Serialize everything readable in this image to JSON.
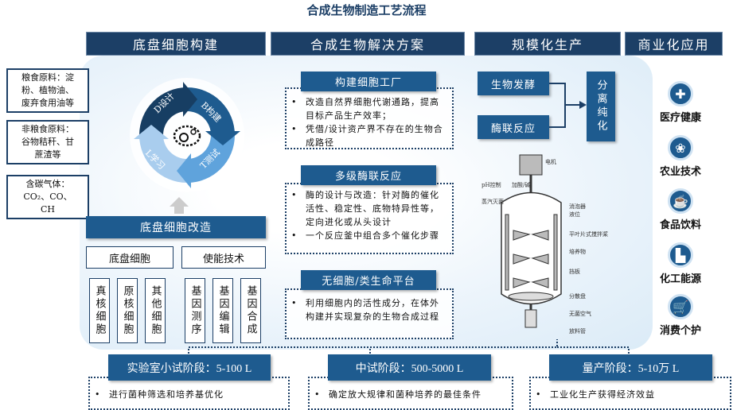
{
  "title": "合成生物制造工艺流程",
  "headers": [
    "底盘细胞构建",
    "合成生物解决方案",
    "规模化生产",
    "商业化应用"
  ],
  "sources": [
    {
      "line1": "粮食原料：淀",
      "line2": "粉、植物油、",
      "line3": "废弃食用油等"
    },
    {
      "line1": "非粮食原料：",
      "line2": "谷物秸秆、甘",
      "line3": "蔗渣等"
    },
    {
      "line1": "含碳气体：",
      "line2": "CO₂、CO、",
      "line3": "CH"
    }
  ],
  "cycle": {
    "d": "D设计",
    "b": "B构建",
    "t": "T测试",
    "l": "L学习"
  },
  "chassis": {
    "title": "底盘细胞改造",
    "group1": "底盘细胞",
    "group2": "使能技术",
    "cells": [
      "真核细胞",
      "原核细胞",
      "其他细胞"
    ],
    "tech": [
      "基因测序",
      "基因编辑",
      "基因合成"
    ]
  },
  "solutions": [
    {
      "title": "构建细胞工厂",
      "items": [
        "改造自然界细胞代谢通路，提高目标产品生产效率；",
        "凭借/设计资产界不存在的生物合成路径"
      ]
    },
    {
      "title": "多级酶联反应",
      "items": [
        "酶的设计与改造：针对酶的催化活性、稳定性、底物特异性等，定向进化或从头设计",
        "一个反应釜中组合多个催化步骤"
      ]
    },
    {
      "title": "无细胞/类生命平台",
      "items": [
        "利用细胞内的活性成分，在体外构建并实现复杂的生物合成过程"
      ]
    }
  ],
  "production": {
    "fermentation": "生物发酵",
    "enzyme": "酶联反应",
    "purification": "分离纯化"
  },
  "reactor": {
    "motor": "电机",
    "ph": "pH控制",
    "acid": "加酸/碱",
    "steam": "蒸汽灭菌",
    "defoamer": "消泡器",
    "level": "液位",
    "impeller": "平叶片式搅拌桨",
    "culture": "培养物",
    "baffle": "挡板",
    "sparger": "分散盘",
    "air": "无菌空气",
    "outlet": "放料管"
  },
  "applications": [
    {
      "label": "医疗健康",
      "icon": "medical-heart-icon"
    },
    {
      "label": "农业技术",
      "icon": "plant-icon"
    },
    {
      "label": "食品饮料",
      "icon": "food-icon"
    },
    {
      "label": "化工能源",
      "icon": "factory-icon"
    },
    {
      "label": "消费个护",
      "icon": "cart-icon"
    }
  ],
  "stages": [
    {
      "title": "实验室小试阶段：5-100 L",
      "desc": "进行菌种筛选和培养基优化"
    },
    {
      "title": "中试阶段：500-5000 L",
      "desc": "确定放大规律和菌种培养的最佳条件"
    },
    {
      "title": "量产阶段：5-10万 L",
      "desc": "工业化生产获得经济效益"
    }
  ],
  "colors": {
    "navy": "#1c3f66",
    "blue": "#1e5b8f",
    "light": "#7fb4e0"
  }
}
